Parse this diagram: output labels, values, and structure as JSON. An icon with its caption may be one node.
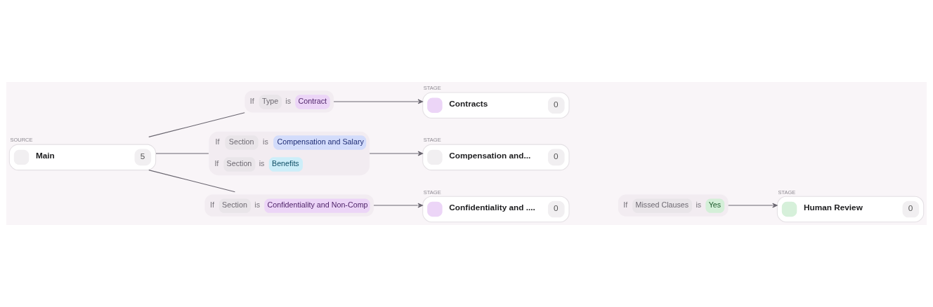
{
  "diagram": {
    "nodes": [
      {
        "text": [
          "Main",
          "5"
        ],
        "beside": [
          "SOURCE"
        ]
      },
      {
        "text": [
          "If",
          "Type",
          "is",
          "Contract"
        ]
      },
      {
        "text": [
          "If",
          "Section",
          "is",
          "Compensation and Salary",
          "If",
          "Section",
          "is",
          "Benefits"
        ]
      },
      {
        "text": [
          "If",
          "Section",
          "is",
          "Confidentiality and Non-Comp"
        ]
      },
      {
        "text": [
          "Contracts",
          "0"
        ],
        "beside": [
          "STAGE"
        ]
      },
      {
        "text": [
          "Compensation and...",
          "0"
        ],
        "beside": [
          "STAGE"
        ]
      },
      {
        "text": [
          "Confidentiality and ....",
          "0"
        ],
        "beside": [
          "STAGE"
        ]
      },
      {
        "text": [
          "If",
          "Missed Clauses",
          "is",
          "Yes"
        ]
      },
      {
        "text": [
          "Human Review",
          "0"
        ],
        "beside": [
          "STAGE"
        ]
      }
    ],
    "edges": [
      {
        "from": 0,
        "to": 1,
        "arrow": "none"
      },
      {
        "from": 0,
        "to": 2,
        "arrow": "none"
      },
      {
        "from": 0,
        "to": 3,
        "arrow": "none"
      },
      {
        "from": 1,
        "to": 4,
        "arrow": "to"
      },
      {
        "from": 2,
        "to": 5,
        "arrow": "to"
      },
      {
        "from": 3,
        "to": 6,
        "arrow": "to"
      },
      {
        "from": 7,
        "to": 8,
        "arrow": "to"
      }
    ]
  }
}
